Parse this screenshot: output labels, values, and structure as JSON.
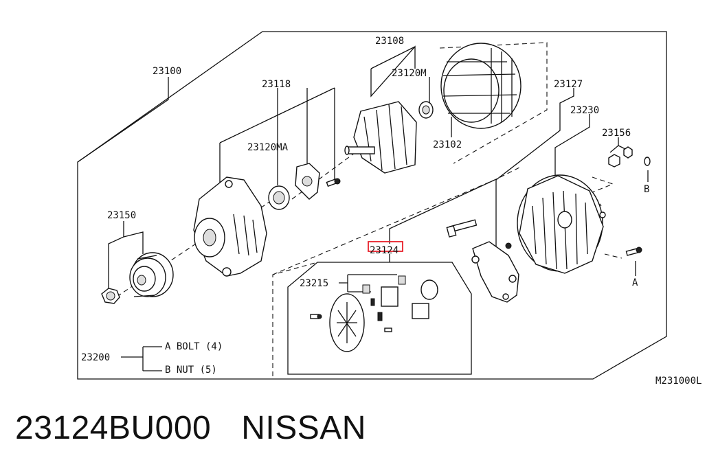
{
  "labels": {
    "p23100": "23100",
    "p23118": "23118",
    "p23108": "23108",
    "p23120M": "23120M",
    "p23102": "23102",
    "p23127": "23127",
    "p23230": "23230",
    "p23156": "23156",
    "p23120MA": "23120MA",
    "p23150": "23150",
    "p23124": "23124",
    "p23215": "23215",
    "p23200": "23200",
    "markerA": "A",
    "markerB": "B",
    "boltA": "A BOLT (4)",
    "nutB": "B NUT (5)",
    "diagramCode": "M231000L"
  },
  "highlight": {
    "target": "23124",
    "color": "#e8202a"
  },
  "caption": {
    "partNumber": "23124BU000",
    "brand": "NISSAN"
  }
}
